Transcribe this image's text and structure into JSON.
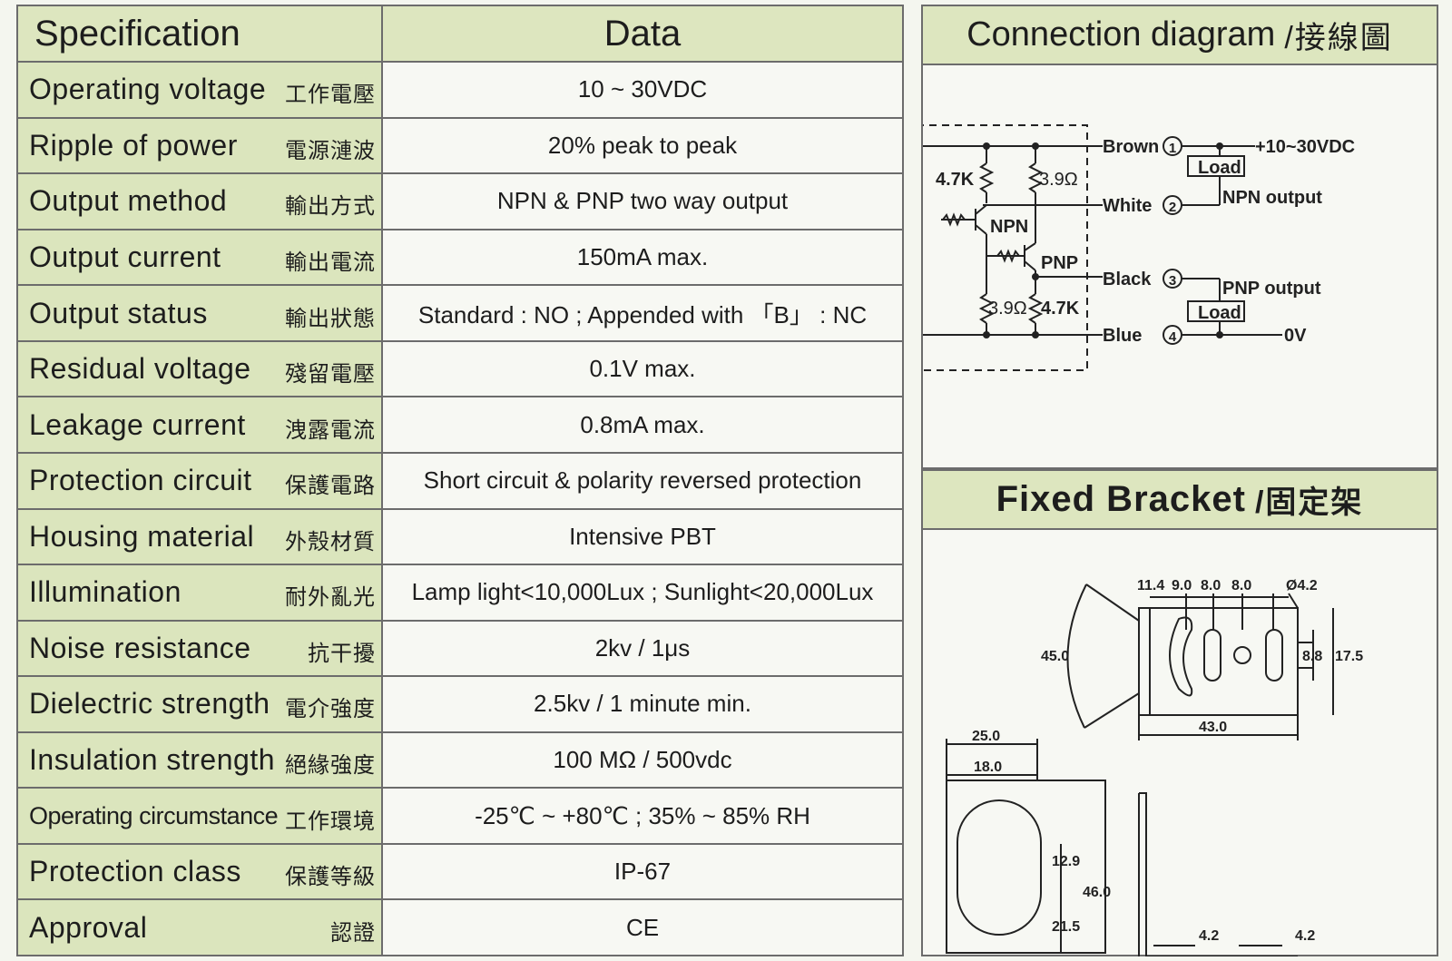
{
  "table": {
    "header_spec": "Specification",
    "header_data": "Data",
    "rows": [
      {
        "en": "Operating voltage",
        "zh": "工作電壓",
        "value": "10 ~ 30VDC"
      },
      {
        "en": "Ripple of power",
        "zh": "電源漣波",
        "value": "20% peak to peak"
      },
      {
        "en": "Output method",
        "zh": "輸出方式",
        "value": "NPN & PNP two way output"
      },
      {
        "en": "Output current",
        "zh": "輸出電流",
        "value": "150mA max."
      },
      {
        "en": "Output status",
        "zh": "輸出狀態",
        "value": "Standard : NO ; Appended with 「B」 : NC"
      },
      {
        "en": "Residual voltage",
        "zh": "殘留電壓",
        "value": "0.1V max."
      },
      {
        "en": "Leakage current",
        "zh": "洩露電流",
        "value": "0.8mA max."
      },
      {
        "en": "Protection circuit",
        "zh": "保護電路",
        "value": "Short circuit & polarity reversed protection"
      },
      {
        "en": "Housing material",
        "zh": "外殼材質",
        "value": "Intensive PBT"
      },
      {
        "en": "Illumination",
        "zh": "耐外亂光",
        "value": "Lamp light<10,000Lux ; Sunlight<20,000Lux"
      },
      {
        "en": "Noise resistance",
        "zh": "抗干擾",
        "value": "2kv / 1μs"
      },
      {
        "en": "Dielectric strength",
        "zh": "電介強度",
        "value": "2.5kv / 1 minute min."
      },
      {
        "en": "Insulation strength",
        "zh": "絕緣強度",
        "value": "100 MΩ / 500vdc"
      },
      {
        "en": "Operating circumstance",
        "zh": "工作環境",
        "value": "-25℃ ~ +80℃ ; 35% ~ 85% RH"
      },
      {
        "en": "Protection class",
        "zh": "保護等級",
        "value": "IP-67"
      },
      {
        "en": "Approval",
        "zh": "認證",
        "value": "CE"
      }
    ]
  },
  "connection": {
    "title_en": "Connection diagram",
    "title_zh": "/接線圖",
    "labels": {
      "brown": "Brown",
      "white": "White",
      "black": "Black",
      "blue": "Blue",
      "n1": "1",
      "n2": "2",
      "n3": "3",
      "n4": "4",
      "vplus": "+10~30VDC",
      "zero_v": "0V",
      "load1": "Load",
      "load2": "Load",
      "npn_output": "NPN output",
      "pnp_output": "PNP output",
      "npn": "NPN",
      "pnp": "PNP",
      "r_4k7_top": "4.7K",
      "r_3r9_top": "3.9Ω",
      "r_3r9_bot": "3.9Ω",
      "r_4k7_bot": "4.7K"
    }
  },
  "bracket": {
    "title_en": "Fixed Bracket",
    "title_zh": "/固定架",
    "dims": {
      "d11_4": "11.4",
      "d9_0": "9.0",
      "d8_0a": "8.0",
      "d8_0b": "8.0",
      "hole": "Ø4.2",
      "d45": "45.0",
      "d8_8": "8.8",
      "d17_5": "17.5",
      "d43": "43.0",
      "d25": "25.0",
      "d18": "18.0",
      "d12_9": "12.9",
      "d46": "46.0",
      "d21_5": "21.5",
      "d4_2a": "4.2",
      "d4_2b": "4.2"
    }
  }
}
